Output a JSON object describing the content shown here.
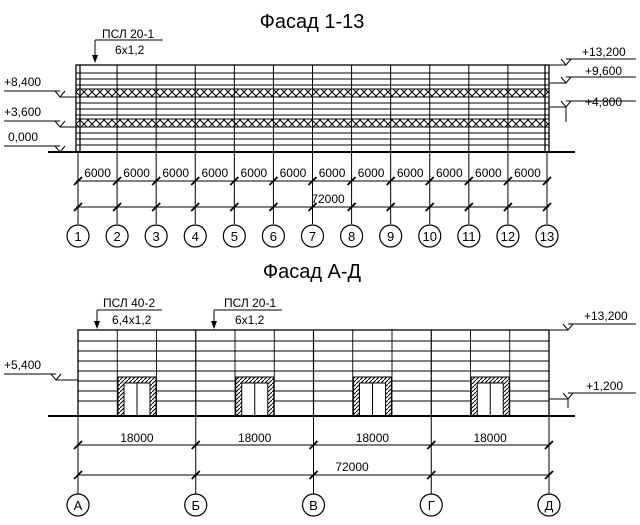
{
  "facade_1": {
    "title": "Фасад 1-13",
    "panel_callout": {
      "type": "ПСЛ 20-1",
      "size": "6x1,2"
    },
    "left_levels": [
      "+8,400",
      "+3,600",
      "0,000"
    ],
    "right_levels": [
      "+13,200",
      "+9,600",
      "+4,800"
    ],
    "bay_dims": [
      "6000",
      "6000",
      "6000",
      "6000",
      "6000",
      "6000",
      "6000",
      "6000",
      "6000",
      "6000",
      "6000",
      "6000"
    ],
    "total_dim": "72000",
    "axes": [
      "1",
      "2",
      "3",
      "4",
      "5",
      "6",
      "7",
      "8",
      "9",
      "10",
      "11",
      "12",
      "13"
    ]
  },
  "facade_2": {
    "title": "Фасад А-Д",
    "panel_callouts": [
      {
        "type": "ПСЛ 40-2",
        "size": "6,4x1,2"
      },
      {
        "type": "ПСЛ 20-1",
        "size": "6x1,2"
      }
    ],
    "left_levels": [
      "+5,400"
    ],
    "right_levels": [
      "+13,200",
      "+1,200"
    ],
    "bay_dims": [
      "18000",
      "18000",
      "18000",
      "18000"
    ],
    "total_dim": "72000",
    "axes": [
      "А",
      "Б",
      "В",
      "Г",
      "Д"
    ]
  }
}
